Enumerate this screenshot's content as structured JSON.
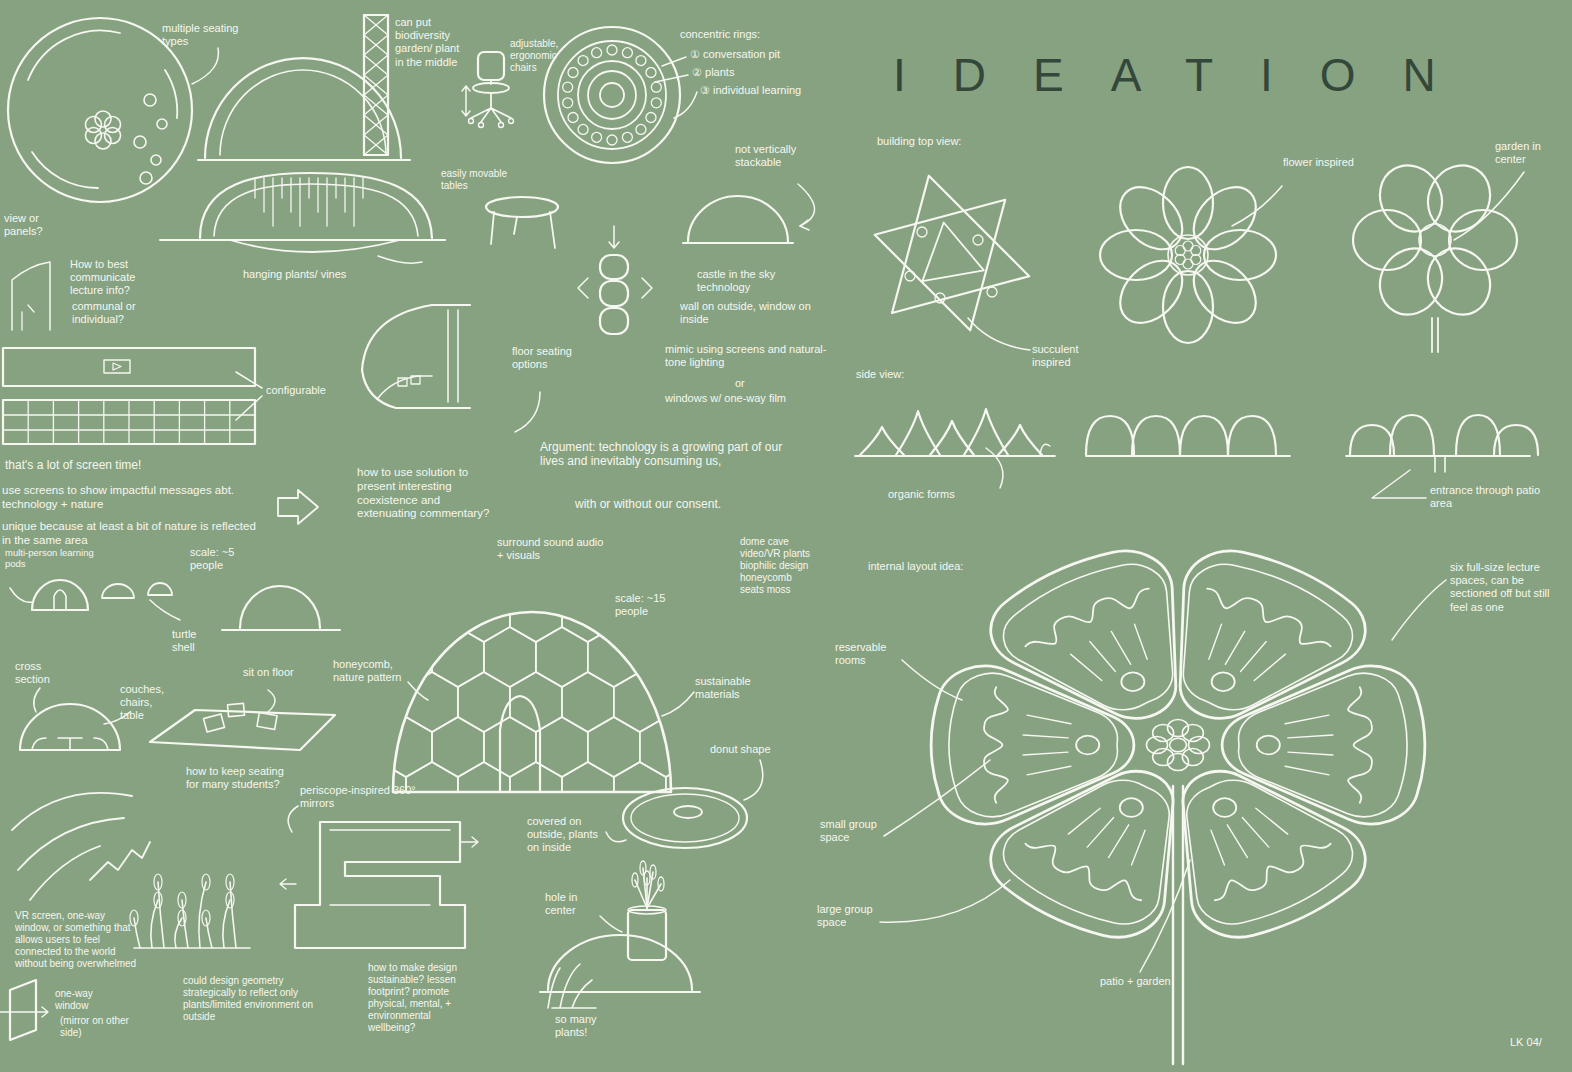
{
  "diagram": {
    "title": "IDEATION",
    "labels": [
      "multiple seating types",
      "can put biodiversity garden/ plant in the middle",
      "adjustable, ergonomic chairs",
      "concentric rings:",
      "① conversation pit",
      "② plants",
      "③ individual learning",
      "view or panels?",
      "How to best communicate lecture info?",
      "communal or individual?",
      "easily movable tables",
      "not vertically stackable",
      "hanging plants/ vines",
      "castle in the sky technology",
      "wall on outside, window on inside",
      "mimic using screens and natural-tone lighting",
      "or",
      "windows w/ one-way film",
      "floor seating options",
      "configurable",
      "that's a lot of screen time!",
      "use screens to show impactful messages abt. technology + nature",
      "unique because at least a bit of nature is reflected in the same area",
      "multi-person learning pods",
      "scale: ~5 people",
      "how to use solution to present interesting coexistence and extenuating commentary?",
      "Argument: technology is a growing part of our lives and inevitably consuming us,",
      "with or without our consent.",
      "surround sound audio + visuals",
      "scale: ~15 people",
      "dome cave video/VR plants biophilic design honeycomb seats moss",
      "turtle shell",
      "cross section",
      "couches, chairs, table",
      "sit on floor",
      "honeycomb, nature pattern",
      "sustainable materials",
      "how to keep seating for many students?",
      "periscope-inspired 360° mirrors",
      "donut shape",
      "covered on outside, plants on inside",
      "hole in center",
      "VR screen, one-way window, or something that allows users to feel connected to the world without being overwhelmed",
      "one-way window",
      "(mirror on other side)",
      "could design geometry strategically to reflect only plants/limited environment on outside",
      "how to make design sustainable? lessen footprint? promote physical, mental, + environmental wellbeing?",
      "so many plants!",
      "building top view:",
      "flower inspired",
      "garden in center",
      "succulent inspired",
      "side view:",
      "organic forms",
      "entrance through patio area",
      "internal layout idea:",
      "reservable rooms",
      "six full-size lecture spaces, can be sectioned off but still feel as one",
      "small group space",
      "large group space",
      "patio + garden",
      "LK 04/"
    ]
  }
}
